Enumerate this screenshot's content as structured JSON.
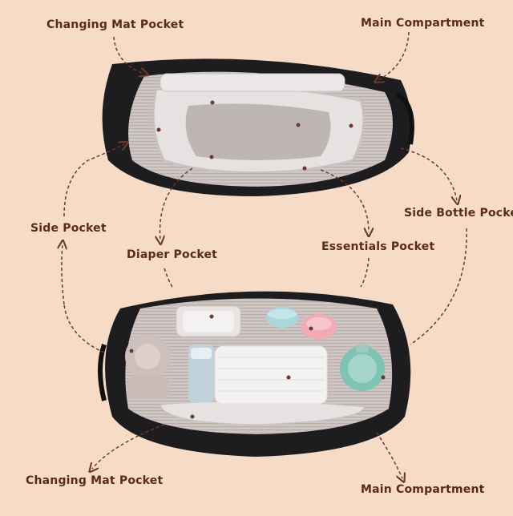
{
  "labels": {
    "changing_mat_top": "Changing Mat Pocket",
    "main_compartment_top": "Main Compartment",
    "side_pocket": "Side Pocket",
    "diaper_pocket": "Diaper Pocket",
    "essentials_pocket": "Essentials Pocket",
    "side_bottle_pocket": "Side Bottle Pocket",
    "changing_mat_bottom": "Changing Mat Pocket",
    "main_compartment_bottom": "Main Compartment"
  },
  "colors": {
    "background": "#f6dcc6",
    "label_text": "#5a2a1e",
    "arrow": "#6b3a2a",
    "bag_shell": "#1d1d1f",
    "lining": "#cfc8c6",
    "organizer": "#e6e2e1"
  },
  "icons": [
    "dashed-arrow",
    "pointer-dot"
  ]
}
